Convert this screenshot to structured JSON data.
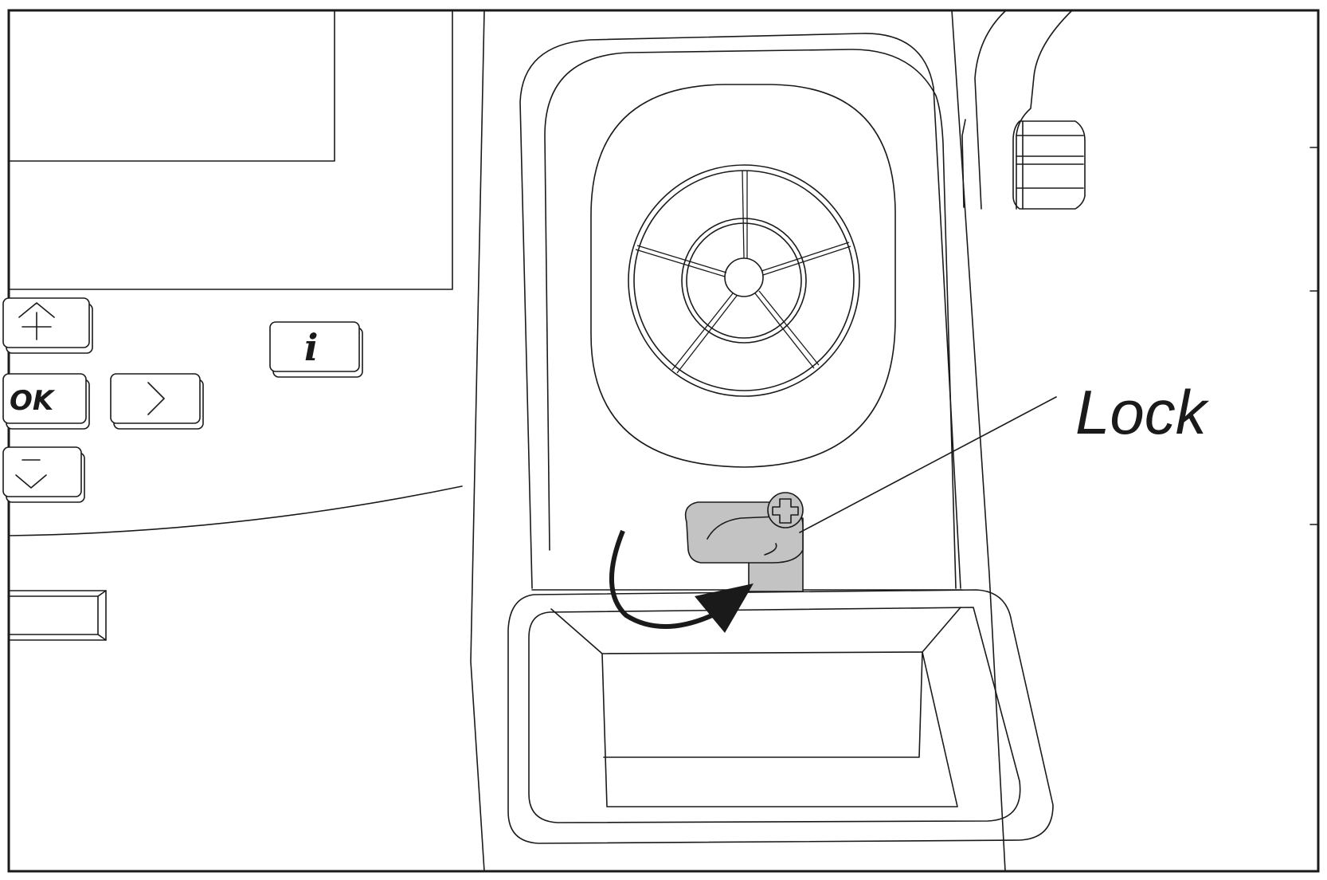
{
  "callout": {
    "label": "Lock"
  },
  "control_panel": {
    "ok_label": "OK",
    "info_label": "i",
    "up_button_icon": "plus-arrow-up-icon",
    "down_button_icon": "minus-arrow-down-icon",
    "right_button_icon": "chevron-right-icon"
  },
  "icons": {
    "screw": "phillips-screw-icon",
    "rotation_arrow": "curved-arrow-icon",
    "fan": "fan-icon"
  },
  "colors": {
    "line": "#1a1a1a",
    "lock_fill": "#c3c3c3",
    "background": "#ffffff"
  }
}
